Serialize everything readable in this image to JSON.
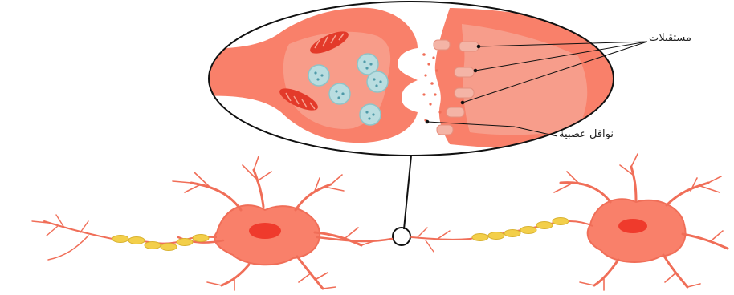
{
  "labels": {
    "receptors": "مستقبلات",
    "neurotransmitters": "نواقل عصبية"
  },
  "colors": {
    "cell_body": "#f9806a",
    "cell_dark": "#ee5a47",
    "nucleus": "#ef3a2c",
    "synapse_fill": "#f7a291",
    "mitochondria": "#e33a2a",
    "vesicle": "#b9dde0",
    "myelin": "#f3cf4a"
  },
  "icons": {
    "zoom_circle": "magnify-circle",
    "vesicle": "synaptic-vesicle",
    "neuron": "neuron"
  }
}
